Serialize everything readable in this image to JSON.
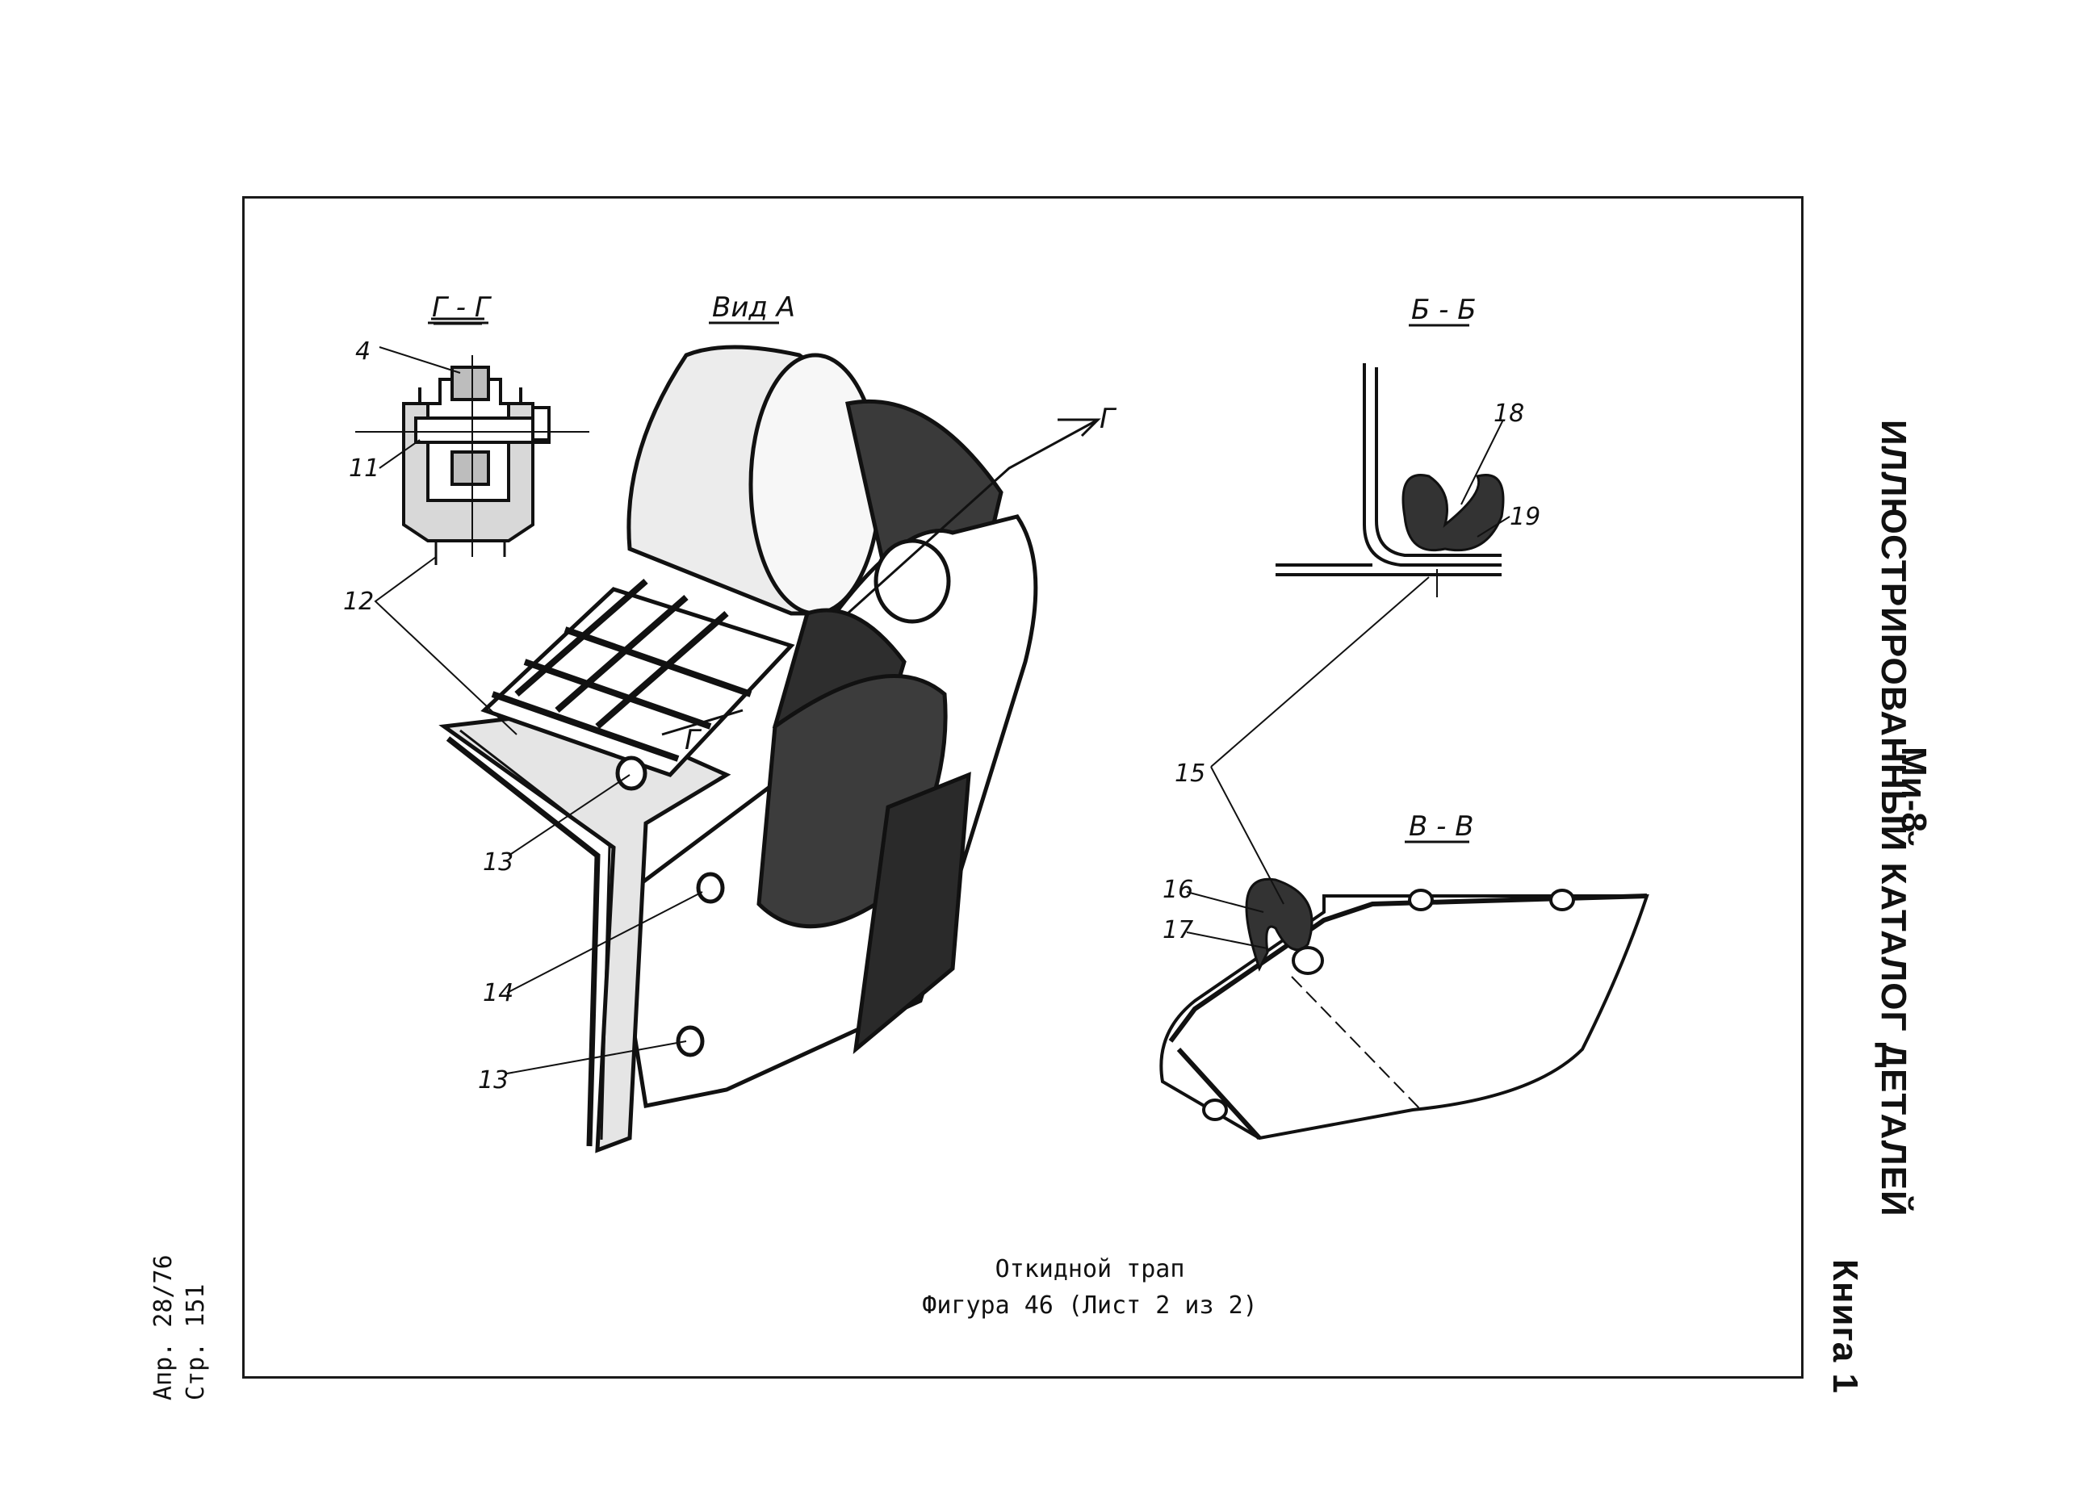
{
  "header": {
    "model": "Ми-8",
    "catalog_title": "ИЛЛЮСТРИРОВАННЫЙ КАТАЛОГ ДЕТАЛЕЙ",
    "book": "Книга 1"
  },
  "footer": {
    "page": "Стр. 151",
    "date": "Апр. 28/76"
  },
  "figure": {
    "title": "Откидной трап",
    "subtitle": "Фигура 46 (Лист 2 из 2)"
  },
  "views": {
    "section_g": "Г - Г",
    "view_a": "Вид А",
    "section_b": "Б - Б",
    "section_v": "В - В",
    "cut_mark": "Г"
  },
  "callouts": [
    "4",
    "11",
    "12",
    "13",
    "14",
    "13",
    "15",
    "16",
    "17",
    "18",
    "19"
  ]
}
